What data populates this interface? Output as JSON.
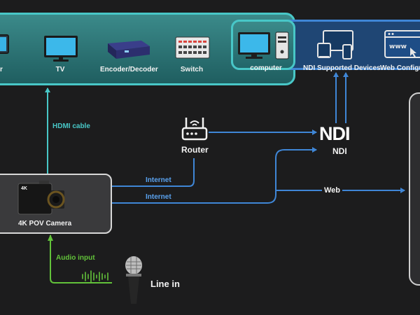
{
  "devices": {
    "cut_label": "r",
    "tv": "TV",
    "encoder": "Encoder/Decoder",
    "switch": "Switch",
    "computer": "computer",
    "ndi_devices": "NDI Supported Devices",
    "web_config": "Web Configu"
  },
  "connections": {
    "hdmi": "HDMI cable",
    "internet_1": "Internet",
    "internet_2": "Internet",
    "web": "Web",
    "audio": "Audio input"
  },
  "router": "Router",
  "ndi_logo": "NDI",
  "ndi_label": "NDI",
  "camera": {
    "badge": "4K",
    "label": "4K POV Camera"
  },
  "line_in": "Line in",
  "colors": {
    "teal": "#48c7c7",
    "blue": "#3f86d6",
    "green": "#62c23a",
    "white": "#f2f2f2"
  }
}
